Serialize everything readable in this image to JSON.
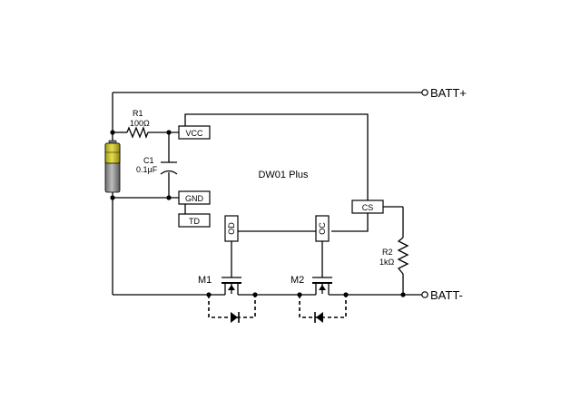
{
  "terminals": {
    "batt_plus": "BATT+",
    "batt_minus": "BATT-"
  },
  "chip": {
    "name": "DW01 Plus",
    "pins": {
      "vcc": "VCC",
      "gnd": "GND",
      "td": "TD",
      "cs": "CS",
      "od": "OD",
      "oc": "OC"
    }
  },
  "components": {
    "r1": {
      "ref": "R1",
      "value": "100Ω"
    },
    "c1": {
      "ref": "C1",
      "value": "0.1μF"
    },
    "r2": {
      "ref": "R2",
      "value": "1kΩ"
    },
    "m1": {
      "ref": "M1"
    },
    "m2": {
      "ref": "M2"
    }
  },
  "colors": {
    "battery_top": "#c8c030",
    "battery_body": "#888888",
    "line": "#000000"
  }
}
